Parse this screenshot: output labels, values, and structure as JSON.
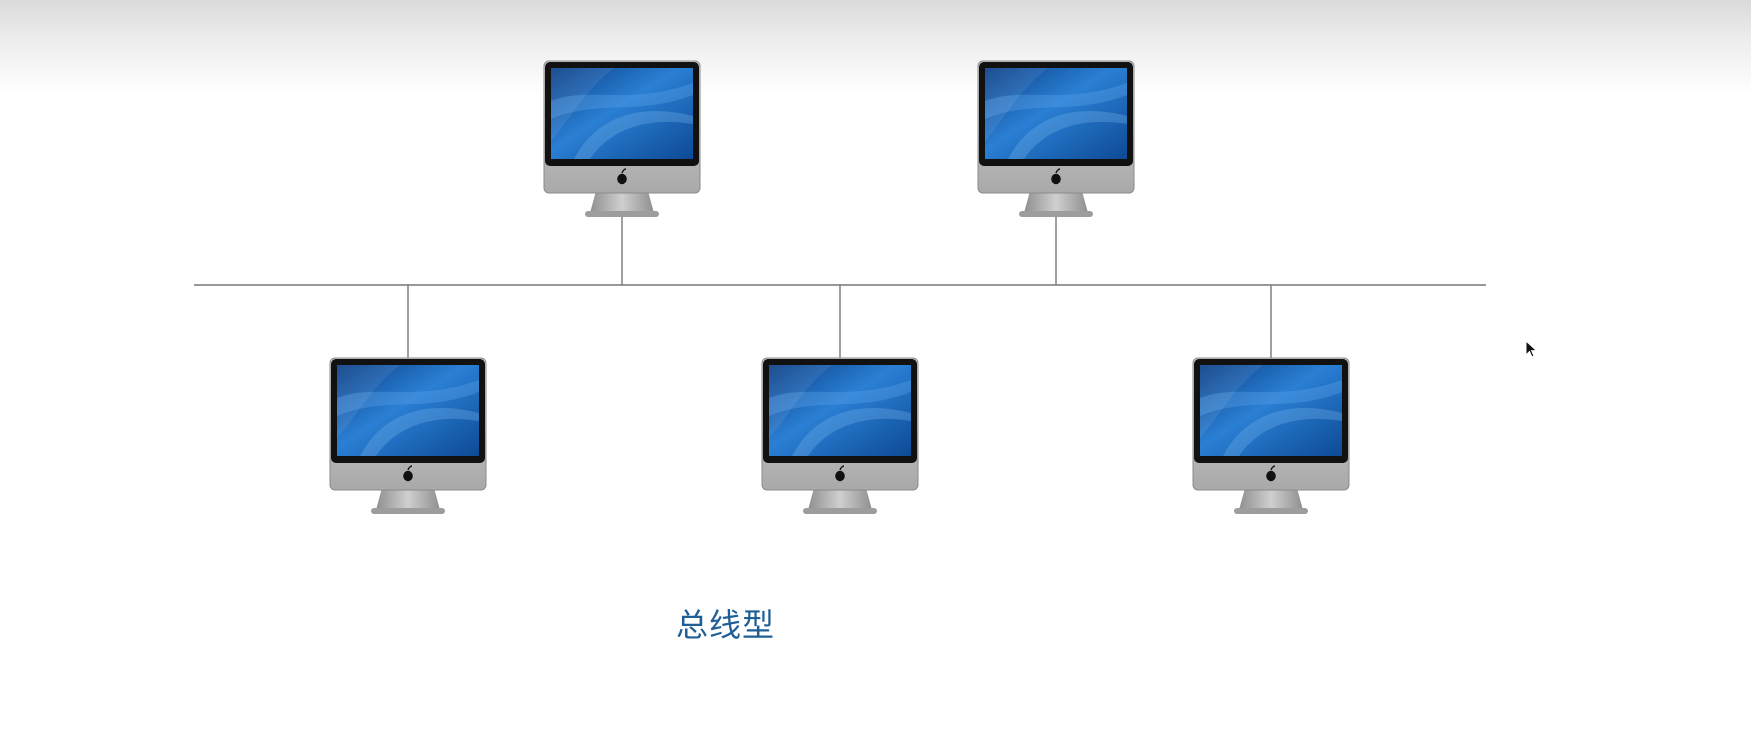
{
  "diagram": {
    "caption": "总线型",
    "topology": "bus",
    "nodes": [
      {
        "id": "computer-top-1",
        "row": "upper"
      },
      {
        "id": "computer-top-2",
        "row": "upper"
      },
      {
        "id": "computer-bottom-1",
        "row": "lower"
      },
      {
        "id": "computer-bottom-2",
        "row": "lower"
      },
      {
        "id": "computer-bottom-3",
        "row": "lower"
      }
    ],
    "colors": {
      "bus_line": "#777777",
      "screen_blue": "#1f6fc0",
      "caption": "#1f5f96",
      "bezel": "#111111",
      "chassis": "#b8b8b8"
    },
    "icon": "desktop-computer-icon"
  }
}
